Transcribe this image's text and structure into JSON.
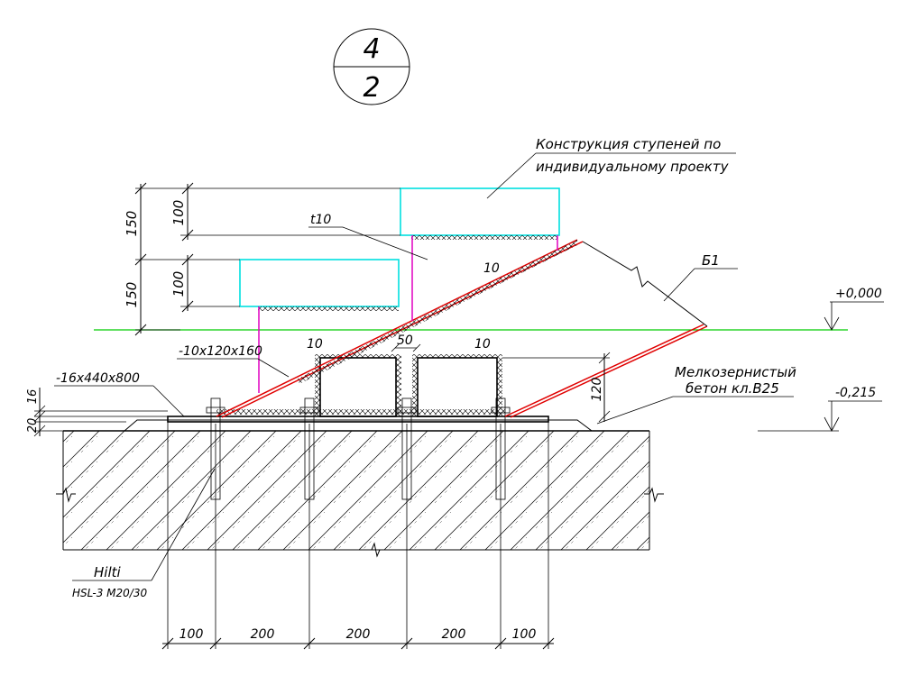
{
  "section_mark": {
    "top": "4",
    "bottom": "2"
  },
  "colors": {
    "green_level": "#00cc00",
    "cyan_step": "#00e0e0",
    "magenta_post": "#e000c0",
    "red_stringer": "#e00000",
    "hatch": "#000000"
  },
  "labels": {
    "steps_note_line1": "Конструкция ступеней по",
    "steps_note_line2": "индивидуальному проекту",
    "plate_t10": "t10",
    "weld_10_upper": "10",
    "stringer_b1": "Б1",
    "level_zero": "+0,000",
    "level_minus": "-0,215",
    "plate_small": "-10х120х160",
    "plate_base": "-16х440х800",
    "weld_10_left": "10",
    "weld_10_right": "10",
    "gap_50": "50",
    "height_120": "120",
    "concrete_line1": "Мелкозернистый",
    "concrete_line2": "бетон кл.В25",
    "anchor_line1": "Hilti",
    "anchor_line2": "HSL-3 M20/30"
  },
  "dims_left": {
    "upper_150": "150",
    "upper_100": "100",
    "lower_150": "150",
    "lower_100": "100",
    "dim_16": "16",
    "dim_20": "20"
  },
  "dims_bottom": [
    "100",
    "200",
    "200",
    "200",
    "100"
  ]
}
